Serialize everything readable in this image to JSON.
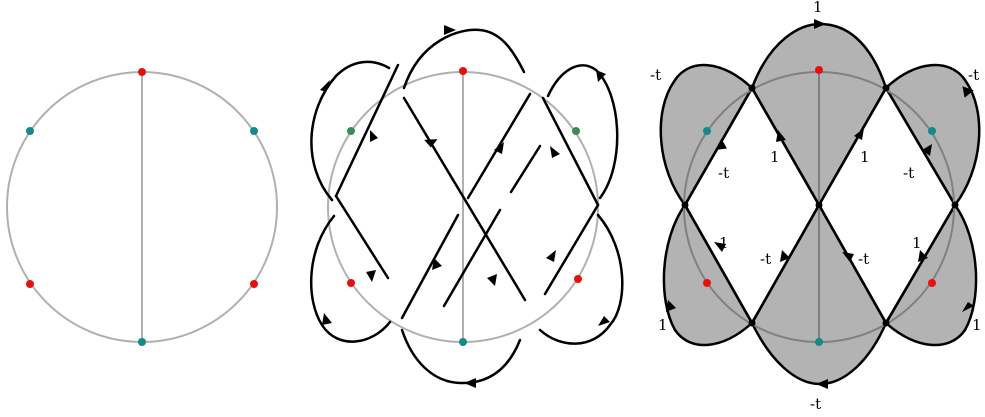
{
  "panels": [
    {
      "id": "chord-diagram"
    },
    {
      "id": "knot-diagram"
    },
    {
      "id": "checkerboard-diagram"
    }
  ],
  "colors": {
    "circle": "#b0b0b0",
    "circle_dark": "#808080",
    "red_point": "#e8100f",
    "teal_point": "#148a8a",
    "green_point": "#3a8d5a",
    "strand": "#000000",
    "shaded_region": "#b3b3b3"
  },
  "weights": {
    "top": "1",
    "upper_left": "-t",
    "upper_right": "-t",
    "inner_upper_left_a": "-t",
    "inner_upper_left_b": "1",
    "inner_upper_right_a": "1",
    "inner_upper_right_b": "-t",
    "inner_lower_left_a": "1",
    "inner_lower_left_b": "-t",
    "inner_lower_right_a": "-t",
    "inner_lower_right_b": "1",
    "lower_left": "1",
    "lower_right": "1",
    "bottom": "-t"
  }
}
